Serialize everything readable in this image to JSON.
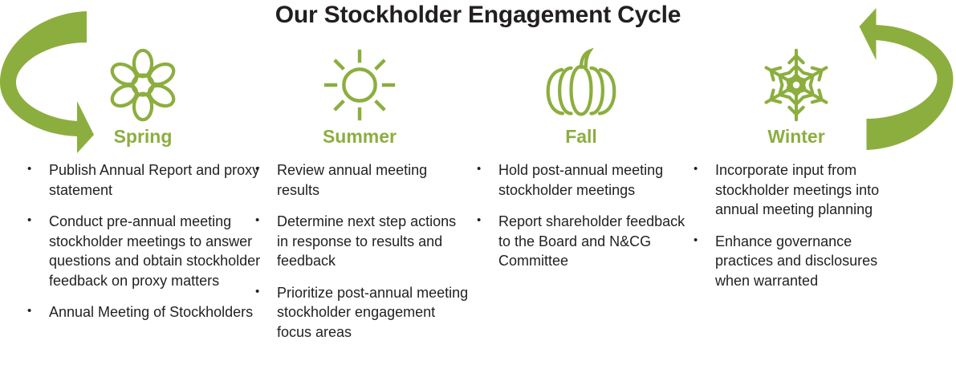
{
  "title": "Our Stockholder Engagement Cycle",
  "colors": {
    "accent_green": "#8CAE3F",
    "text_dark": "#231F20",
    "background": "#FFFFFF"
  },
  "cycle_arrows": [
    {
      "name": "left-cycle-arrow",
      "direction": "clockwise-into-spring"
    },
    {
      "name": "right-cycle-arrow",
      "direction": "clockwise-out-of-winter"
    }
  ],
  "seasons": [
    {
      "label": "Spring",
      "icon": "flower-icon",
      "bullets": [
        "Publish Annual Report and proxy statement",
        "Conduct pre-annual meeting stockholder meetings to answer questions and obtain stockholder feedback on proxy matters",
        "Annual Meeting of Stockholders"
      ]
    },
    {
      "label": "Summer",
      "icon": "sun-icon",
      "bullets": [
        "Review annual meeting results",
        "Determine next step actions in response to results and feedback",
        "Prioritize post-annual meeting stockholder engagement focus areas"
      ]
    },
    {
      "label": "Fall",
      "icon": "pumpkin-icon",
      "bullets": [
        "Hold post-annual meeting stockholder meetings",
        "Report shareholder feedback to the Board and N&CG Committee"
      ]
    },
    {
      "label": "Winter",
      "icon": "snowflake-icon",
      "bullets": [
        "Incorporate input from stockholder meetings into annual meeting planning",
        "Enhance governance practices and disclosures when warranted"
      ]
    }
  ]
}
